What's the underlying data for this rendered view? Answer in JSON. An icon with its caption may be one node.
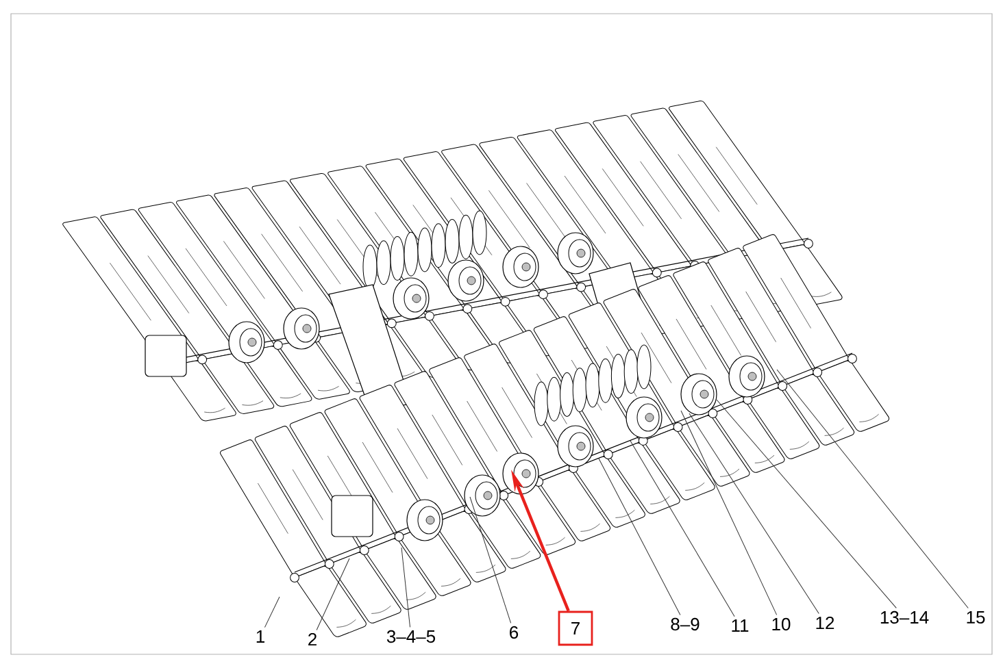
{
  "diagram": {
    "nodes": [
      {
        "text": [
          "1"
        ]
      },
      {
        "text": [
          "2"
        ]
      },
      {
        "text": [
          "3–4–5"
        ]
      },
      {
        "text": [
          "6"
        ]
      },
      {
        "text": [
          "7"
        ]
      },
      {
        "text": [
          "8–9"
        ]
      },
      {
        "text": [
          "11"
        ]
      },
      {
        "text": [
          "10"
        ]
      },
      {
        "text": [
          "12"
        ]
      },
      {
        "text": [
          "13–14"
        ]
      },
      {
        "text": [
          "15"
        ]
      }
    ],
    "edges": [
      {
        "from": 0,
        "to": null,
        "arrow": "none"
      },
      {
        "from": 1,
        "to": null,
        "arrow": "none"
      },
      {
        "from": 2,
        "to": null,
        "arrow": "none"
      },
      {
        "from": 3,
        "to": null,
        "arrow": "none"
      },
      {
        "from": 4,
        "to": null,
        "arrow": "to",
        "style": "thick",
        "color": "#e8211d"
      },
      {
        "from": 5,
        "to": null,
        "arrow": "none"
      },
      {
        "from": 6,
        "to": null,
        "arrow": "none"
      },
      {
        "from": 7,
        "to": null,
        "arrow": "none"
      },
      {
        "from": 8,
        "to": null,
        "arrow": "none"
      },
      {
        "from": 9,
        "to": null,
        "arrow": "none"
      },
      {
        "from": 10,
        "to": null,
        "arrow": "none"
      }
    ]
  }
}
